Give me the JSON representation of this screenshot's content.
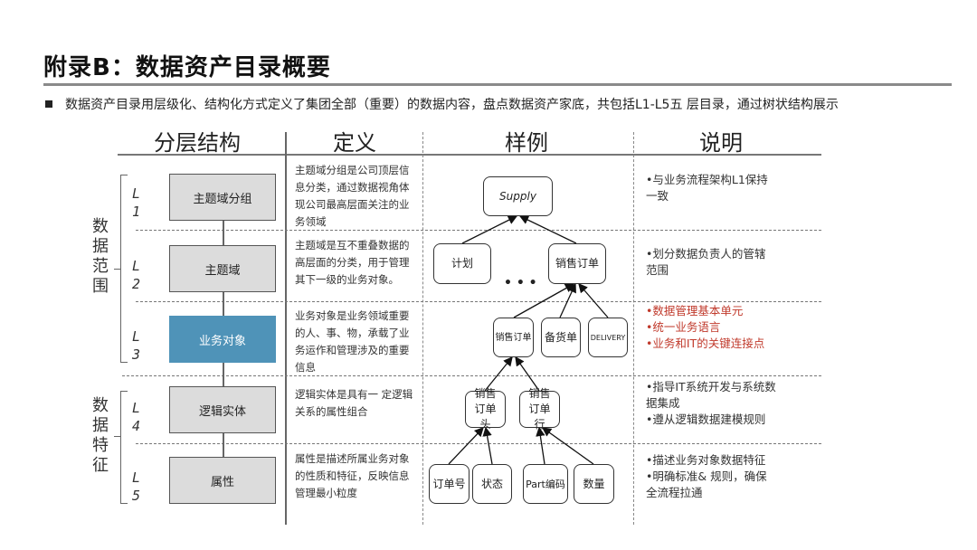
{
  "title": "附录B：数据资产目录概要",
  "intro": "数据资产目录用层级化、结构化方式定义了集团全部（重要）的数据内容，盘点数据资产家底，共包括L1-L5五 层目录，通过树状结构展示",
  "columns": [
    "分层结构",
    "定义",
    "样例",
    "说明"
  ],
  "groups": [
    "数据范围",
    "数据特征"
  ],
  "levels": [
    {
      "code": "L1",
      "name": "主题域分组",
      "definition": "主题域分组是公司顶层信息分类，通过数据视角体现公司最高层面关注的业务领域",
      "notes": [
        "•与业务流程架构L1保持一致"
      ]
    },
    {
      "code": "L2",
      "name": "主题域",
      "definition": "主题域是互不重叠数据的高层面的分类，用于管理其下一级的业务对象。",
      "notes": [
        "•划分数据负责人的管辖范围"
      ]
    },
    {
      "code": "L3",
      "name": "业务对象",
      "definition": "业务对象是业务领域重要的人、事、物，承载了业务运作和管理涉及的重要信息",
      "notes": [
        "•数据管理基本单元",
        "•统一业务语言",
        "•业务和IT的关键连接点"
      ]
    },
    {
      "code": "L4",
      "name": "逻辑实体",
      "definition": "逻辑实体是具有一 定逻辑关系的属性组合",
      "notes": [
        "•指导IT系统开发与系统数据集成",
        "•遵从逻辑数据建模规则"
      ]
    },
    {
      "code": "L5",
      "name": "属性",
      "definition": "属性是描述所属业务对象的性质和特征，反映信息管理最小粒度",
      "notes": [
        "•描述业务对象数据特征",
        "•明确标准& 规则，确保 全流程拉通"
      ]
    }
  ],
  "example": {
    "l1": "Supply",
    "l2": [
      "计划",
      "销售订单"
    ],
    "ellipsis": "• • •",
    "l3": [
      "销售订单",
      "备货单",
      "DELIVERY"
    ],
    "l4": [
      "销售订单头",
      "销售订单行"
    ],
    "l5": [
      "订单号",
      "状态",
      "Part编码",
      "数量"
    ]
  },
  "colors": {
    "active": "#4f93b8",
    "box": "#dcdcdc",
    "highlight": "#c0392b"
  }
}
